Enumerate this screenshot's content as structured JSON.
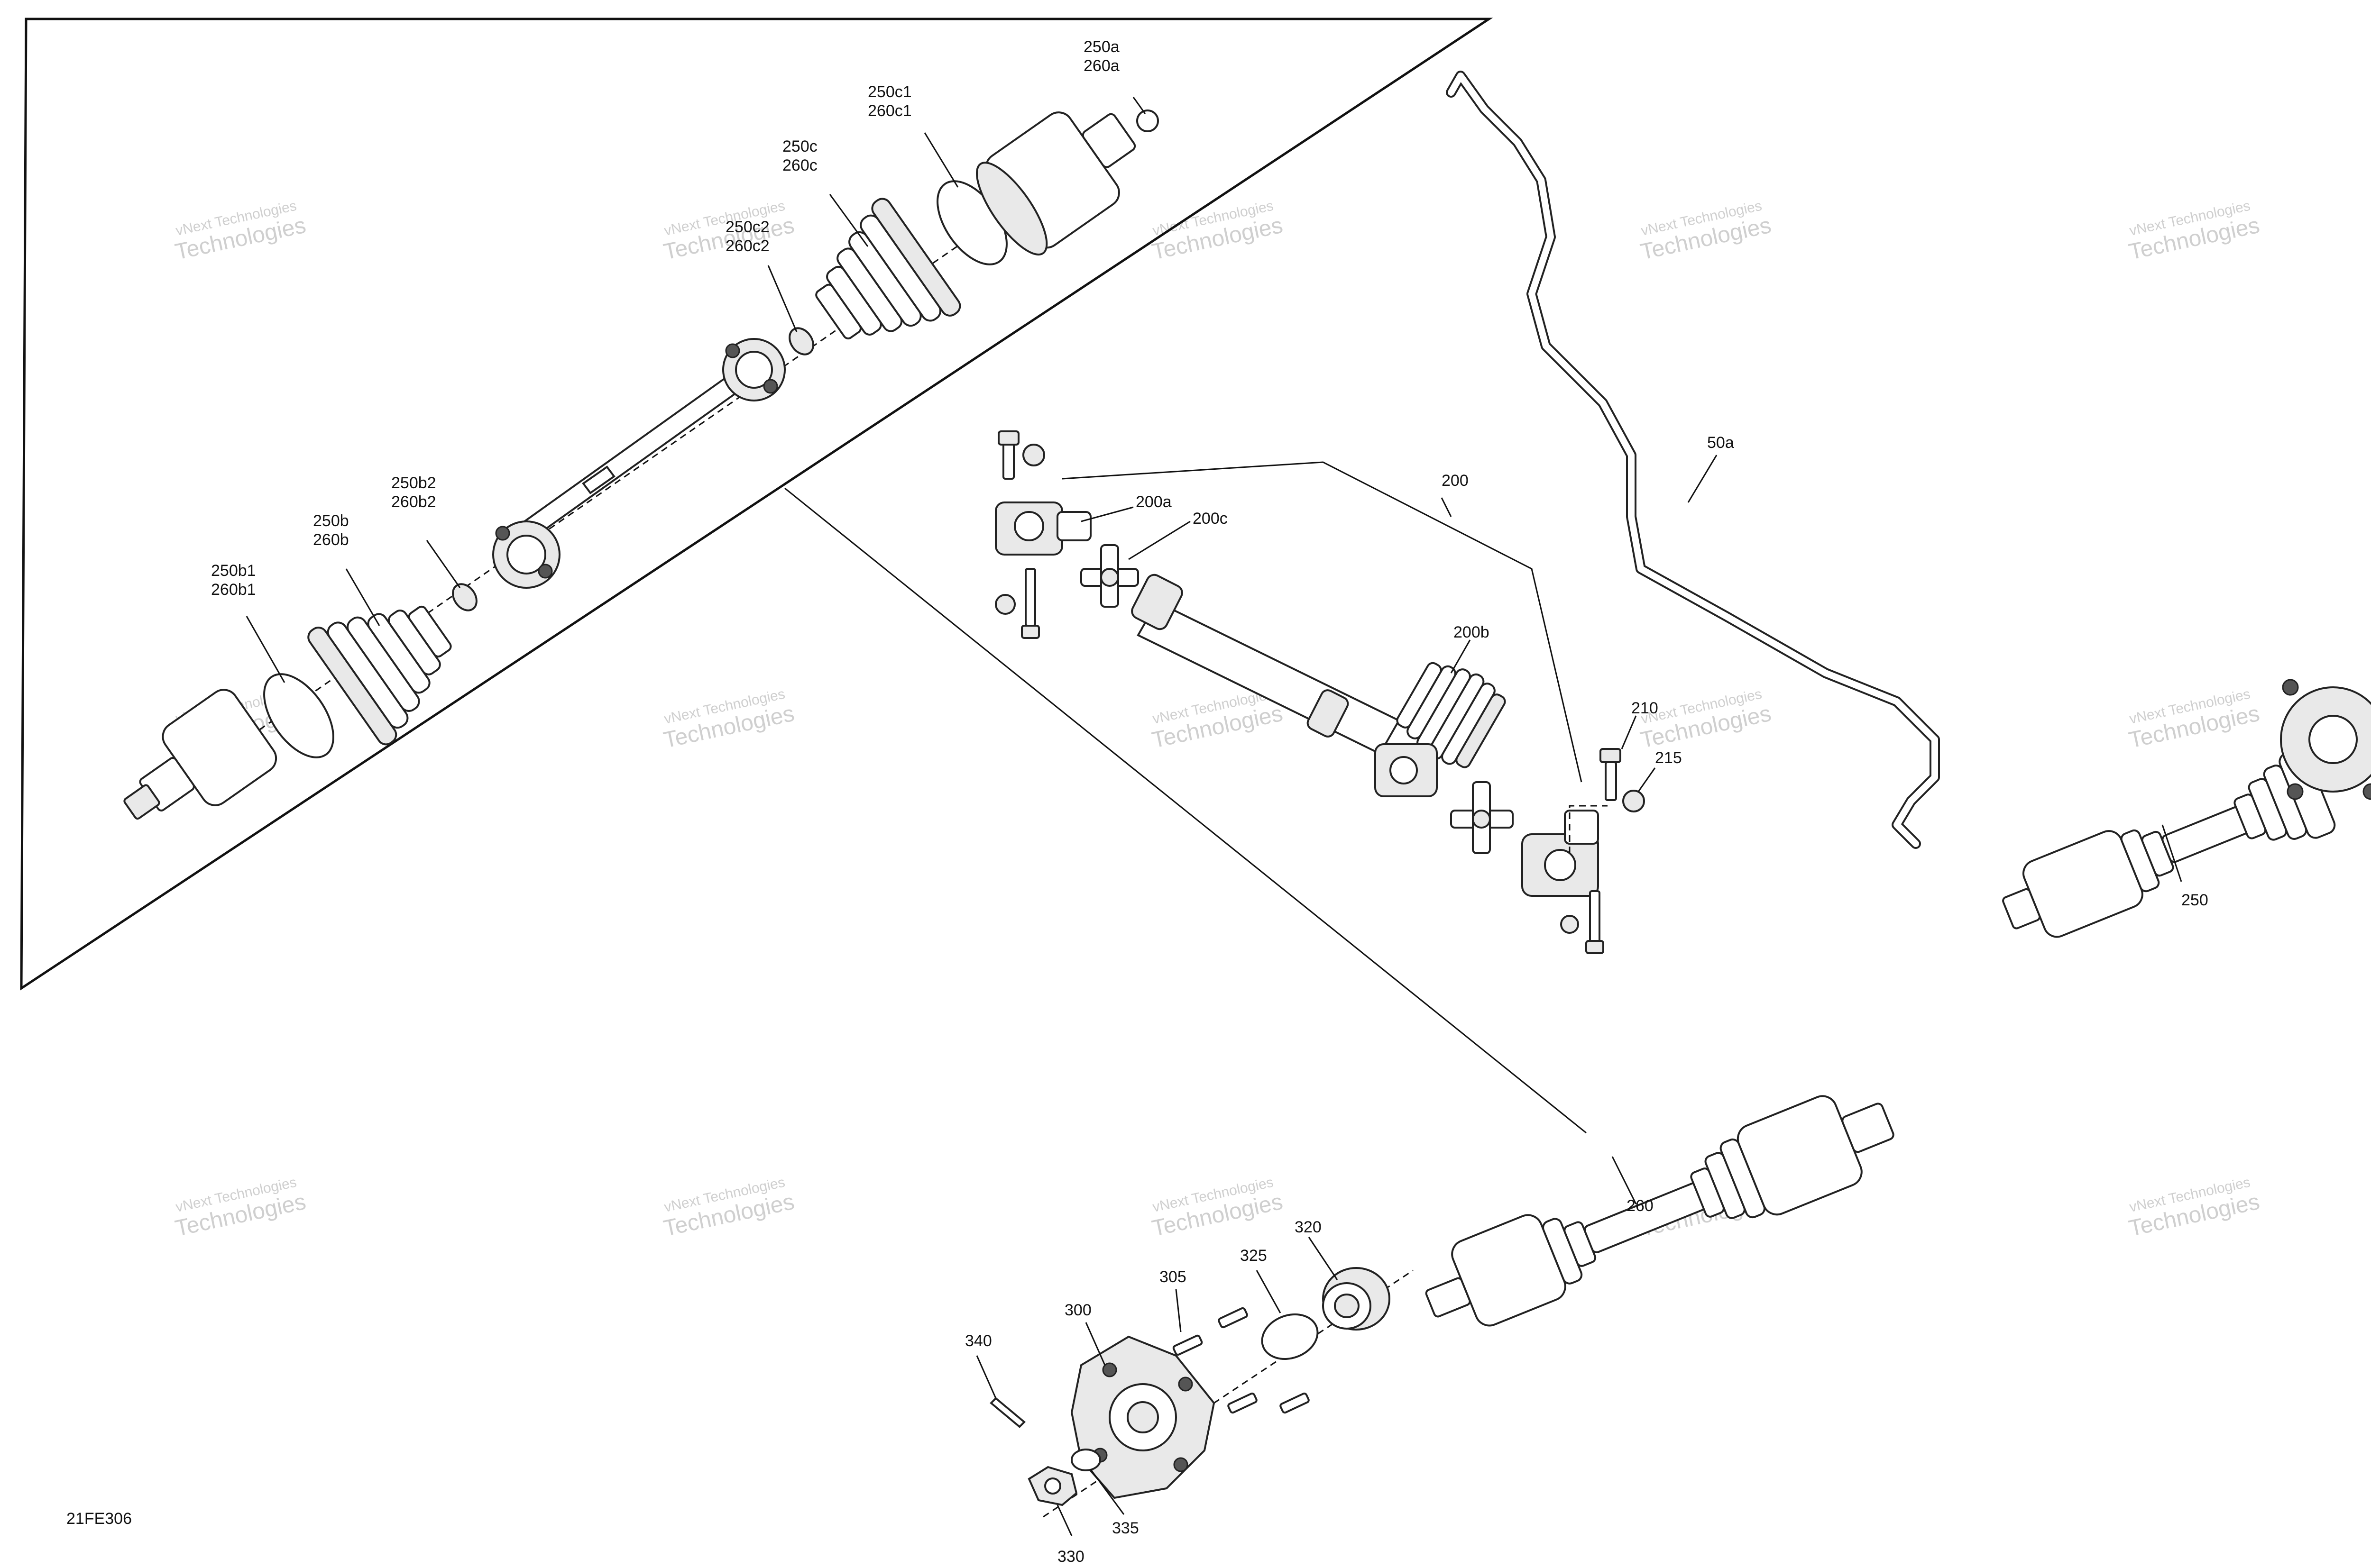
{
  "figure_id": "21FE306",
  "watermark": {
    "line1": "vNext Technologies",
    "line2": "Technologies"
  },
  "callouts": {
    "c250a": "250a",
    "c260a": "260a",
    "c250c1": "250c1",
    "c260c1": "260c1",
    "c250c": "250c",
    "c260c": "260c",
    "c250c2": "250c2",
    "c260c2": "260c2",
    "c250b2": "250b2",
    "c260b2": "260b2",
    "c250b": "250b",
    "c260b": "260b",
    "c250b1": "250b1",
    "c260b1": "260b1",
    "c200": "200",
    "c200a": "200a",
    "c200c": "200c",
    "c200b": "200b",
    "c210": "210",
    "c215": "215",
    "c50a": "50a",
    "c250": "250",
    "c260": "260",
    "c320": "320",
    "c325": "325",
    "c305": "305",
    "c300": "300",
    "c340": "340",
    "c335": "335",
    "c330": "330"
  }
}
